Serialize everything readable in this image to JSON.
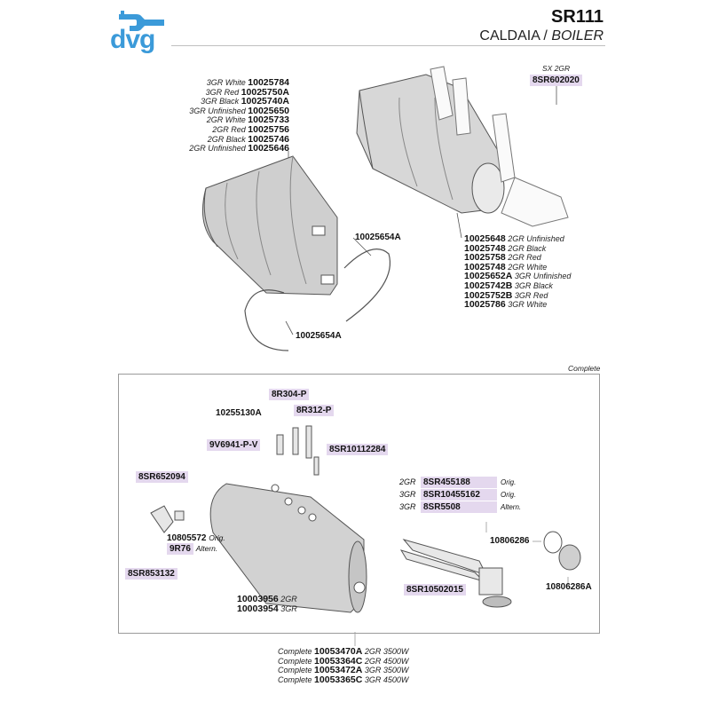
{
  "header": {
    "logo_text": "dvg",
    "model": "SR111",
    "subtitle_main": "CALDAIA / ",
    "subtitle_italic": "BOILER"
  },
  "upper_left_stack": [
    {
      "variant": "3GR White",
      "code": "10025784"
    },
    {
      "variant": "3GR Red",
      "code": "10025750A"
    },
    {
      "variant": "3GR Black",
      "code": "10025740A"
    },
    {
      "variant": "3GR Unfinished",
      "code": "10025650"
    },
    {
      "variant": "2GR White",
      "code": "10025733"
    },
    {
      "variant": "2GR Red",
      "code": "10025756"
    },
    {
      "variant": "2GR Black",
      "code": "10025746"
    },
    {
      "variant": "2GR Unfinished",
      "code": "10025646"
    }
  ],
  "upper_right_stack": [
    {
      "code": "10025648",
      "variant": "2GR Unfinished"
    },
    {
      "code": "10025748",
      "variant": "2GR Black"
    },
    {
      "code": "10025758",
      "variant": "2GR Red"
    },
    {
      "code": "10025748",
      "variant": "2GR White"
    },
    {
      "code": "10025652A",
      "variant": "3GR Unfinished"
    },
    {
      "code": "10025742B",
      "variant": "3GR Black"
    },
    {
      "code": "10025752B",
      "variant": "3GR Red"
    },
    {
      "code": "10025786",
      "variant": "3GR White"
    }
  ],
  "bracket": {
    "variant": "SX 2GR",
    "code": "8SR602020"
  },
  "rings": {
    "right_code": "10025654A",
    "left_code": "10025654A"
  },
  "complete_label": "Complete",
  "boiler_parts": {
    "p1": "8R304-P",
    "p2": "8R312-P",
    "p3": "10255130A",
    "p4": "9V6941-P-V",
    "p5": "8SR10112284",
    "p6": "8SR652094",
    "p7_code": "10805572",
    "p7_note": "Orig.",
    "p8_code": "9R76",
    "p8_note": "Altern.",
    "p9": "8SR853132",
    "tank": [
      {
        "code": "10003956",
        "variant": "2GR"
      },
      {
        "code": "10003954",
        "variant": "3GR"
      }
    ]
  },
  "element_parts": [
    {
      "variant": "2GR",
      "code": "8SR455188",
      "note": "Orig."
    },
    {
      "variant": "3GR",
      "code": "8SR10455162",
      "note": "Orig."
    },
    {
      "variant": "3GR",
      "code": "8SR5508",
      "note": "Altern."
    }
  ],
  "element_code": "8SR10502015",
  "gasket_codes": {
    "ring": "10806286",
    "sleeve": "10806286A"
  },
  "complete_stack": [
    {
      "prefix": "Complete",
      "code": "10053470A",
      "variant": "2GR 3500W"
    },
    {
      "prefix": "Complete",
      "code": "10053364C",
      "variant": "2GR 4500W"
    },
    {
      "prefix": "Complete",
      "code": "10053472A",
      "variant": "3GR 3500W"
    },
    {
      "prefix": "Complete",
      "code": "10053365C",
      "variant": "3GR 4500W"
    }
  ],
  "colors": {
    "logo": "#3b9ad9",
    "highlight": "#e4d8ee",
    "line": "#9a9a9a"
  }
}
